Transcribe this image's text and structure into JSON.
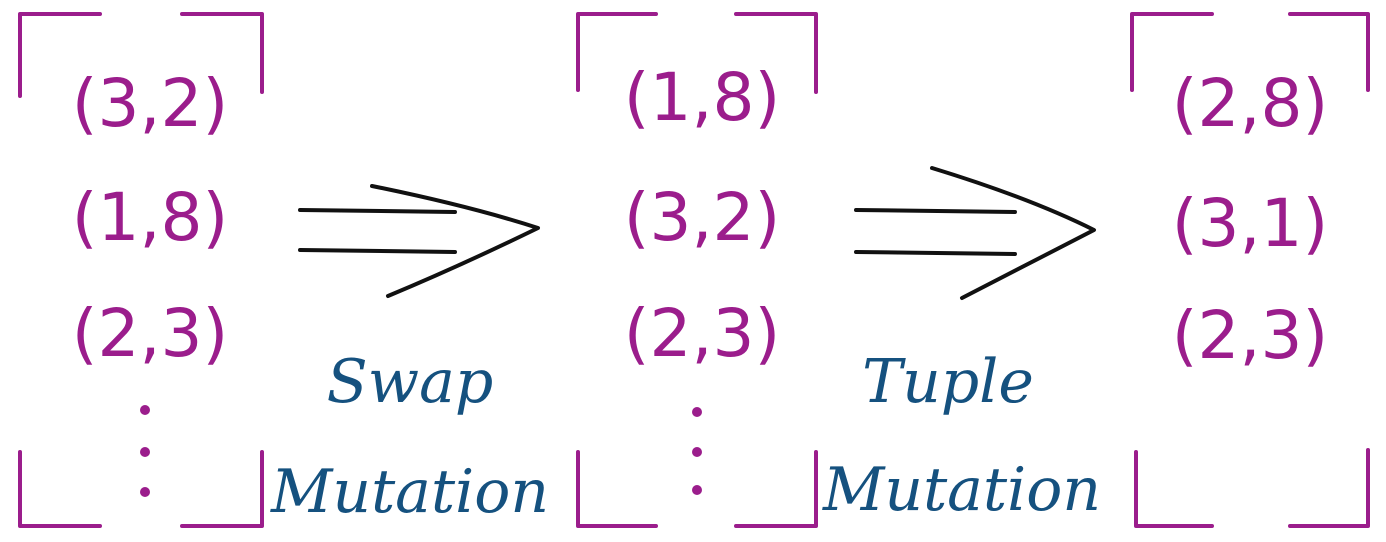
{
  "colors": {
    "tuple": "#9b1d8c",
    "label": "#15517f",
    "arrow": "#111111"
  },
  "lists": [
    {
      "items": [
        "(3,2)",
        "(1,8)",
        "(2,3)"
      ],
      "ellipsis": true
    },
    {
      "items": [
        "(1,8)",
        "(3,2)",
        "(2,3)"
      ],
      "ellipsis": true
    },
    {
      "items": [
        "(2,8)",
        "(3,1)",
        "(2,3)"
      ],
      "ellipsis": false
    }
  ],
  "arrows": [
    {
      "line1": "Swap",
      "line2": "Mutation"
    },
    {
      "line1": "Tuple",
      "line2": "Mutation"
    }
  ]
}
